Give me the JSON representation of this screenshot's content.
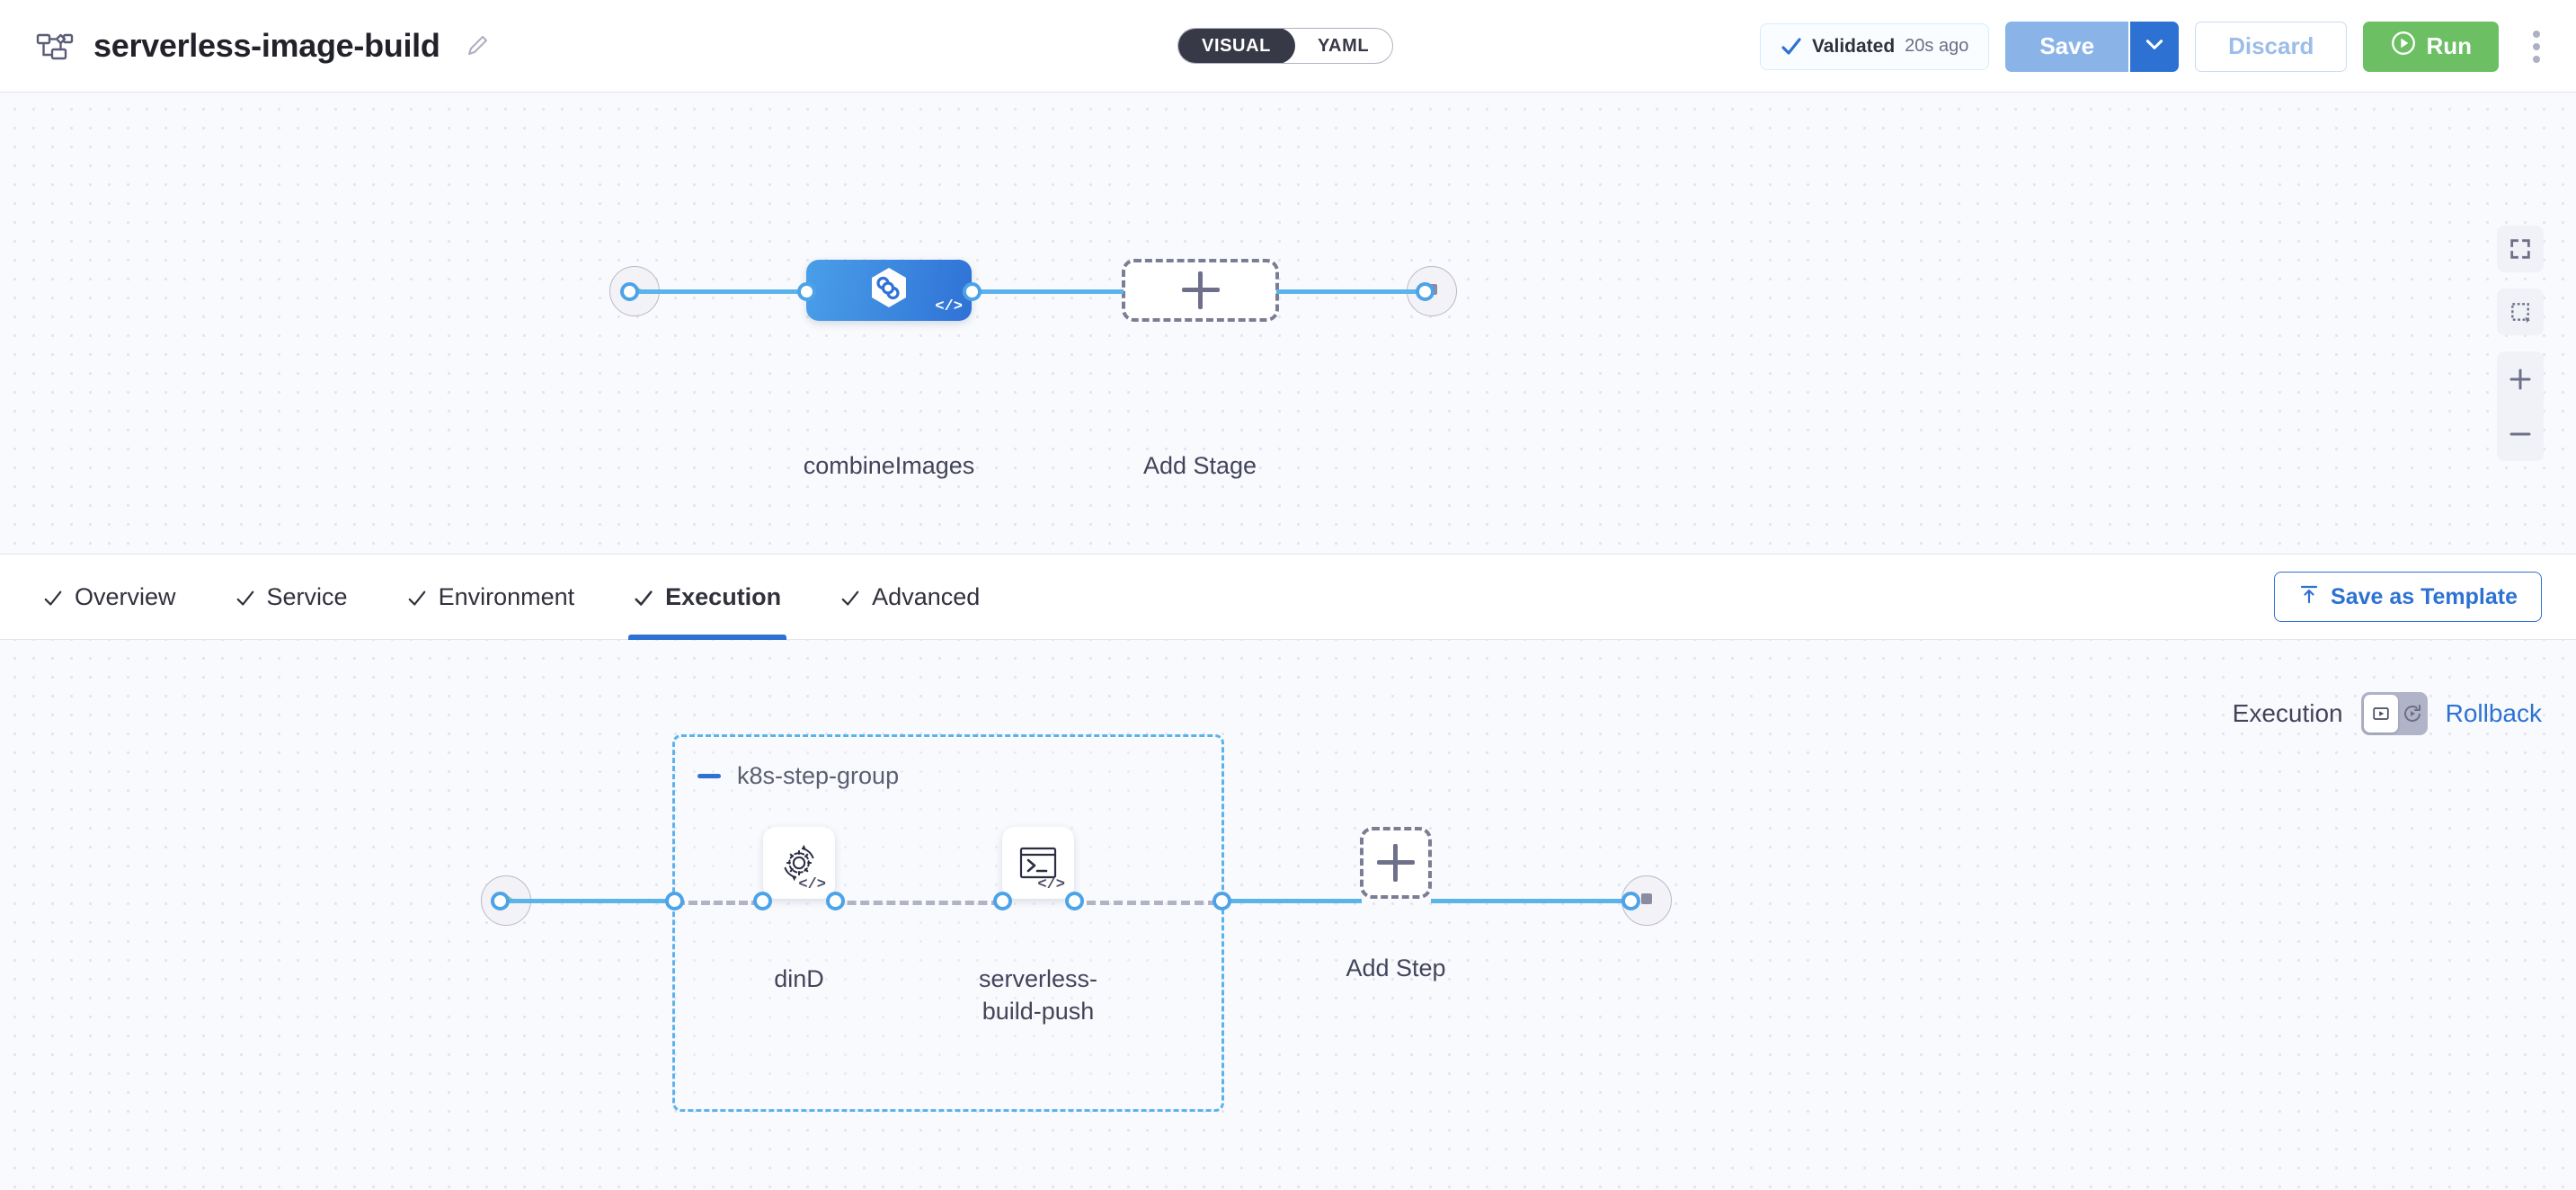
{
  "header": {
    "pipeline_icon": "pipeline-flow-icon",
    "title": "serverless-image-build",
    "edit_icon": "pencil-edit-icon",
    "mode_toggle": {
      "visual_label": "VISUAL",
      "yaml_label": "YAML",
      "selected": "VISUAL"
    },
    "validated": {
      "icon": "check-icon",
      "label": "Validated",
      "time": "20s ago"
    },
    "save": {
      "label": "Save",
      "caret_icon": "chevron-down-icon"
    },
    "discard": {
      "label": "Discard"
    },
    "run": {
      "label": "Run",
      "icon": "play-circle-icon"
    },
    "kebab_icon": "more-vertical-icon",
    "colors": {
      "save_bg": "#8ab4e8",
      "save_caret_bg": "#2d72d2",
      "run_bg": "#6cbf63",
      "accent_blue": "#2d72d2",
      "toggle_dark": "#383946"
    }
  },
  "stage_canvas": {
    "start_node": {
      "name": "pipeline-start-node",
      "icon": "play-icon"
    },
    "end_node": {
      "name": "pipeline-end-node",
      "icon": "stop-square-icon"
    },
    "stages": [
      {
        "name": "combineImages",
        "icon": "ci-hexagon-infinity-icon",
        "code_badge": "</>",
        "selected": true
      }
    ],
    "add_stage": {
      "label": "Add Stage",
      "icon": "plus-icon"
    },
    "controls": [
      {
        "name": "fit-to-screen-button",
        "icon": "fit-screen-icon"
      },
      {
        "name": "selection-box-button",
        "icon": "dashed-square-icon"
      },
      {
        "name": "zoom-in-button",
        "icon": "plus-icon"
      },
      {
        "name": "zoom-out-button",
        "icon": "minus-icon"
      }
    ]
  },
  "tabbar": {
    "tabs": [
      {
        "label": "Overview",
        "icon": "check-icon",
        "active": false
      },
      {
        "label": "Service",
        "icon": "check-icon",
        "active": false
      },
      {
        "label": "Environment",
        "icon": "check-icon",
        "active": false
      },
      {
        "label": "Execution",
        "icon": "check-icon",
        "active": true
      },
      {
        "label": "Advanced",
        "icon": "check-icon",
        "active": false
      }
    ],
    "save_as_template": {
      "label": "Save as Template",
      "icon": "template-upload-icon"
    }
  },
  "execution": {
    "mode_switch": {
      "left_label": "Execution",
      "right_label": "Rollback",
      "selected": "Execution",
      "left_icon": "execution-play-box-icon",
      "right_icon": "rollback-icon"
    },
    "start_node": {
      "name": "execution-start-node",
      "icon": "play-icon"
    },
    "end_node": {
      "name": "execution-end-node",
      "icon": "stop-square-icon"
    },
    "step_group": {
      "title": "k8s-step-group",
      "collapse_icon": "minus-collapse-icon",
      "steps": [
        {
          "name": "dinD",
          "icon": "gear-refresh-icon",
          "code_badge": "</>"
        },
        {
          "name": "serverless-build-push",
          "icon": "terminal-shell-icon",
          "code_badge": "</>"
        }
      ]
    },
    "add_step": {
      "label": "Add Step",
      "icon": "plus-icon"
    }
  }
}
